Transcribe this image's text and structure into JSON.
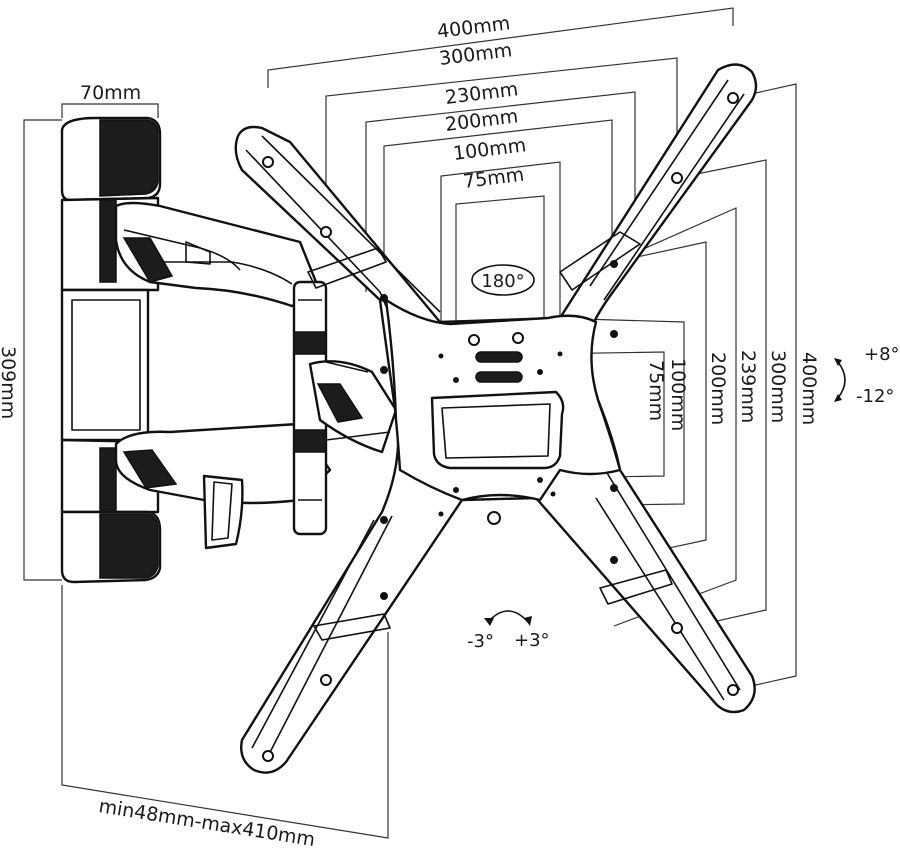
{
  "dimensions": {
    "top": [
      "400mm",
      "300mm",
      "230mm",
      "200mm",
      "100mm",
      "75mm"
    ],
    "right": [
      "75mm",
      "100mm",
      "200mm",
      "239mm",
      "300mm",
      "400mm"
    ],
    "left_width": "70mm",
    "left_height": "309mm",
    "bottom_depth": "min48mm-max410mm"
  },
  "rotation": {
    "label": "180°",
    "tilt_up": "+8°",
    "tilt_down": "-12°",
    "level_minus": "-3°",
    "level_plus": "+3°"
  }
}
